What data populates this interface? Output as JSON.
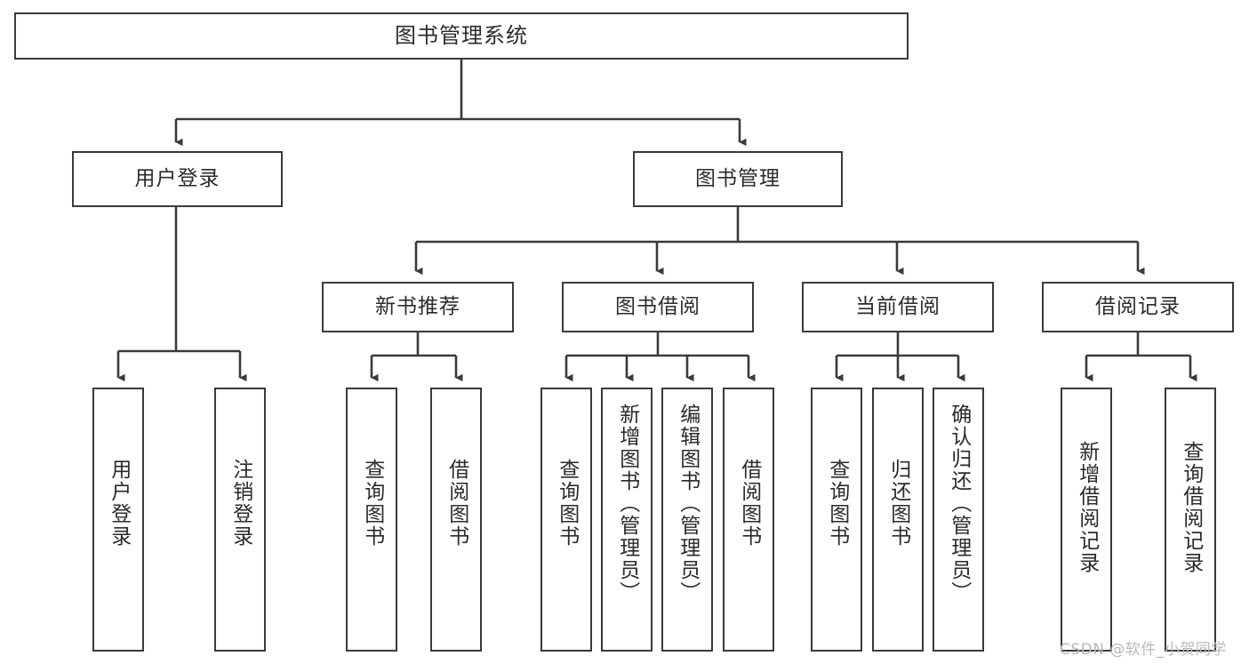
{
  "diagram": {
    "title": "图书管理系统",
    "type": "tree-hierarchy",
    "levels": 4,
    "colors": {
      "stroke": "#3a3a3a",
      "fill": "#ffffff",
      "text": "#2b2b2b",
      "watermark": "#b9b9b9"
    }
  },
  "root": {
    "label": "图书管理系统"
  },
  "level2": [
    {
      "label": "用户登录"
    },
    {
      "label": "图书管理"
    }
  ],
  "level3": [
    {
      "label": "新书推荐"
    },
    {
      "label": "图书借阅"
    },
    {
      "label": "当前借阅"
    },
    {
      "label": "借阅记录"
    }
  ],
  "leaves": {
    "user_login": [
      {
        "label": "用户登录"
      },
      {
        "label": "注销登录"
      }
    ],
    "new_book_recommend": [
      {
        "label": "查询图书"
      },
      {
        "label": "借阅图书"
      }
    ],
    "book_borrow": [
      {
        "label": "查询图书"
      },
      {
        "label": "新增图书（管理员）"
      },
      {
        "label": "编辑图书（管理员）"
      },
      {
        "label": "借阅图书"
      }
    ],
    "current_borrow": [
      {
        "label": "查询图书"
      },
      {
        "label": "归还图书"
      },
      {
        "label": "确认归还（管理员）"
      }
    ],
    "borrow_record": [
      {
        "label": "新增借阅记录"
      },
      {
        "label": "查询借阅记录"
      }
    ]
  },
  "watermark": {
    "text": "CSDN @软件_小贺同学"
  }
}
